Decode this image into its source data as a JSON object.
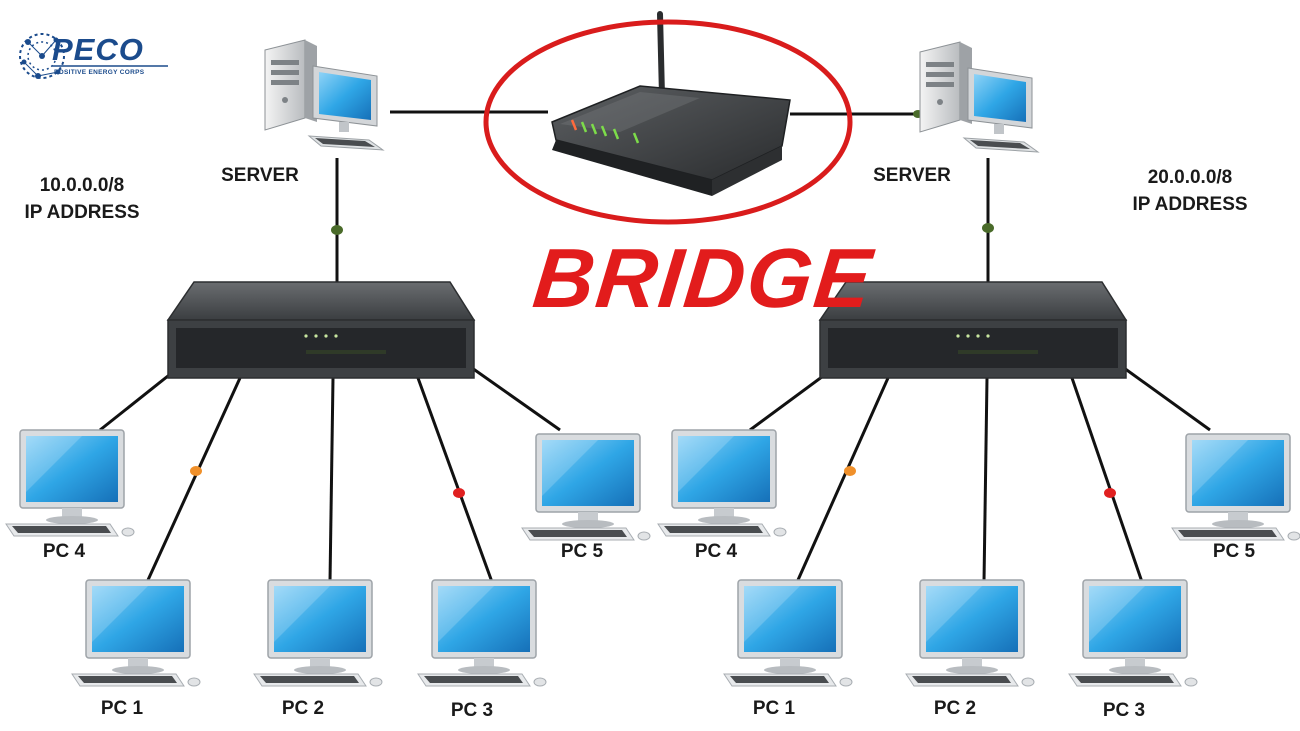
{
  "logo": {
    "name": "PECO",
    "tagline": "POSITIVE ENERGY CORPS"
  },
  "title": "BRIDGE",
  "left_network": {
    "subnet": "10.0.0.0/8",
    "subnet_caption": "IP ADDRESS",
    "server_label": "SERVER",
    "pcs": [
      "PC 4",
      "PC 1",
      "PC 2",
      "PC 3",
      "PC 5"
    ]
  },
  "right_network": {
    "subnet": "20.0.0.0/8",
    "subnet_caption": "IP ADDRESS",
    "server_label": "SERVER",
    "pcs": [
      "PC 4",
      "PC 1",
      "PC 2",
      "PC 3",
      "PC 5"
    ]
  },
  "colors": {
    "accent_red": "#e21c1c",
    "logo_blue": "#1b4b8c",
    "screen_blue": "#2a9ee0",
    "device_dark": "#2f3133",
    "link_dot_green": "#4a6b2a",
    "link_dot_orange": "#f0902a",
    "link_dot_red": "#e02020"
  }
}
